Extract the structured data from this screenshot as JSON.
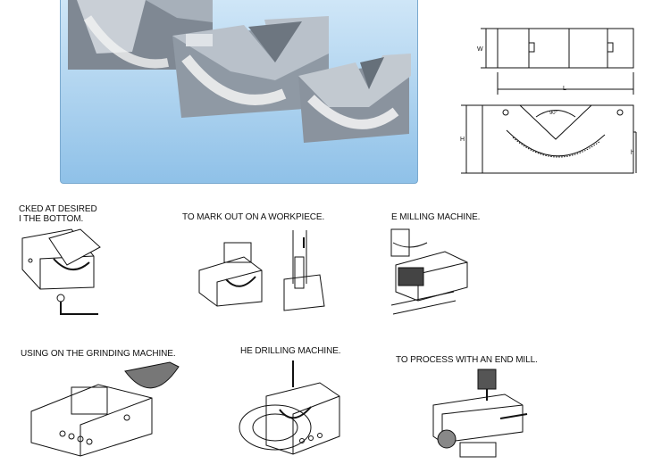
{
  "captions": {
    "c1_line1": "CKED AT DESIRED",
    "c1_line2": "I THE BOTTOM.",
    "c2": "TO MARK OUT ON A WORKPIECE.",
    "c3": "E MILLING MACHINE.",
    "c4": "USING ON THE GRINDING MACHINE.",
    "c5": "HE DRILLING MACHINE.",
    "c6": "TO PROCESS WITH AN END MILL."
  },
  "diagram": {
    "width_label": "W",
    "length_label": "L",
    "height_label": "H",
    "inner_height_label": "h",
    "angle_label": "90°"
  },
  "colors": {
    "photo_bg": "#a9d0ee",
    "block_steel": "#8e97a2",
    "line_art": "#111111"
  }
}
